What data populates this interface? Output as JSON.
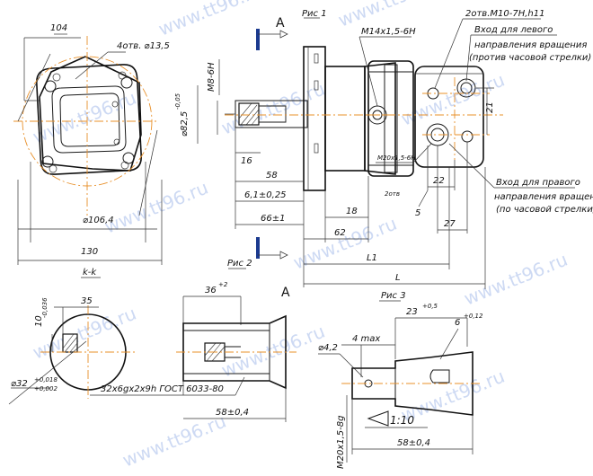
{
  "labels": {
    "fig1": "Рис 1",
    "fig2": "Рис 2",
    "fig3": "Рис 3",
    "view_a_top": "A",
    "view_a_bottom": "A",
    "section": "k-k",
    "dim_104": "104",
    "holes": "4отв. ⌀13,5",
    "m8": "M8-6H",
    "d82": "⌀82,5",
    "d82_tol": "-0,05",
    "dim_16": "16",
    "dim_58": "58",
    "dim_61": "6,1±0,25",
    "dim_66": "66±1",
    "d1064": "⌀106,4",
    "dim_130": "130",
    "m14": "M14x1,5-6H",
    "two_holes": "2отв.M10-7H,h11",
    "inlet_left_1": "Вход для левого",
    "inlet_left_2": "направления вращения",
    "inlet_left_3": "(против часовой стрелки)",
    "inlet_right_1": "Вход для правого",
    "inlet_right_2": "направления вращения",
    "inlet_right_3": "(по часовой стрелки)",
    "dim_21": "21",
    "m20_1": "M20x1,5-6H",
    "m20_2": "2отв",
    "dim_22": "22",
    "dim_5": "5",
    "dim_27": "27",
    "dim_18": "18",
    "dim_62": "62",
    "dim_l1": "L1",
    "dim_l": "L",
    "dim_10": "10",
    "dim_10_tol": "-0,036",
    "dim_35": "35",
    "shaft_d": "⌀32",
    "shaft_tol_top": "+0,018",
    "shaft_tol_bot": "+0,002",
    "spline": "32x6gx2x9h ГОСТ 6033-80",
    "dim_36": "36",
    "dim_36_tol": "+2",
    "dim_58b": "58±0,4",
    "dim_23": "23",
    "dim_23_tol": "+0,5",
    "dim_6": "6",
    "dim_6_tol": "+0,12",
    "dim_4max": "4 max",
    "d42": "⌀4,2",
    "taper": "1:10",
    "m20_shaft": "M20x1,5-8g",
    "dim_58c": "58±0,4",
    "watermark": "www.tt96.ru"
  },
  "colors": {
    "centerline": "#e8902a",
    "watermark": "#4f7bd6",
    "arrow": "#1b3a8f",
    "line": "#111111"
  }
}
